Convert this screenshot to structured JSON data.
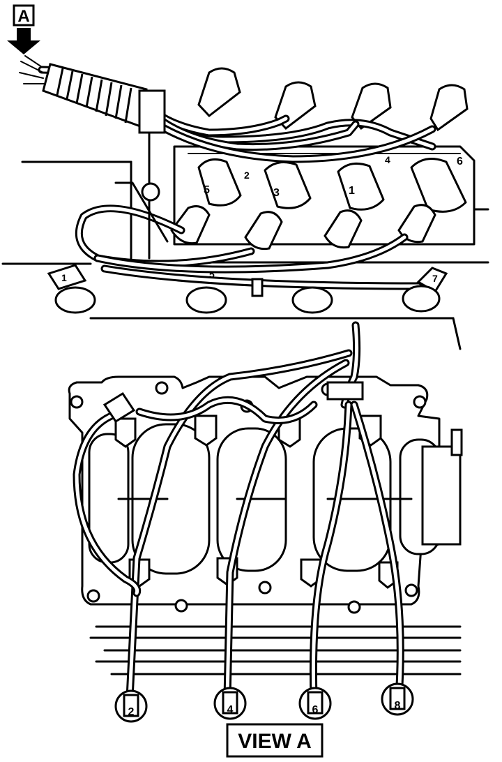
{
  "view_marker": {
    "letter": "A"
  },
  "top_view": {
    "cylinder_labels": [
      "5",
      "3",
      "1",
      "6",
      "4",
      "2"
    ],
    "harness_tags": [
      "1",
      "5",
      "7"
    ]
  },
  "bottom_view": {
    "plug_labels": [
      "2",
      "4",
      "6",
      "8"
    ],
    "caption": "VIEW A"
  }
}
